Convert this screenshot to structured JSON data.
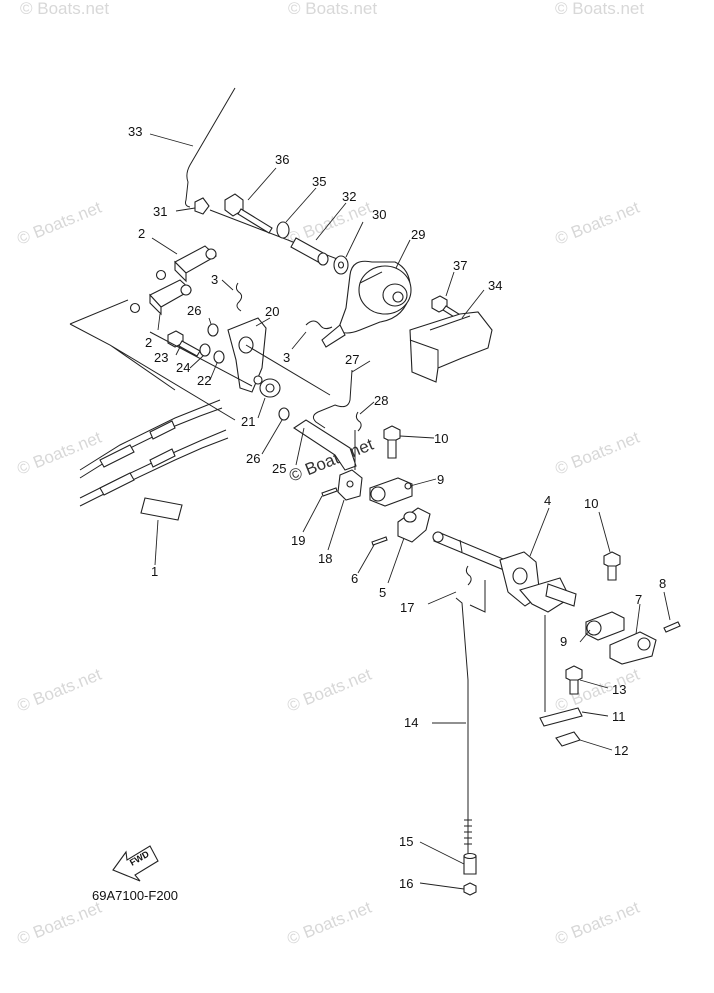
{
  "diagram": {
    "drawing_code": "69A7100-F200",
    "fwd_label": "FWD",
    "watermark_text": "© Boats.net",
    "callouts": {
      "p1": "1",
      "p2a": "2",
      "p2b": "2",
      "p3a": "3",
      "p3b": "3",
      "p4": "4",
      "p5": "5",
      "p6": "6",
      "p7": "7",
      "p8": "8",
      "p9a": "9",
      "p9b": "9",
      "p10a": "10",
      "p10b": "10",
      "p11": "11",
      "p12": "12",
      "p13": "13",
      "p14": "14",
      "p15": "15",
      "p16": "16",
      "p17": "17",
      "p18": "18",
      "p19": "19",
      "p20": "20",
      "p21": "21",
      "p22": "22",
      "p23": "23",
      "p24": "24",
      "p25": "25",
      "p26a": "26",
      "p26b": "26",
      "p27": "27",
      "p28": "28",
      "p29": "29",
      "p30": "30",
      "p31": "31",
      "p32": "32",
      "p33": "33",
      "p34": "34",
      "p35": "35",
      "p36": "36",
      "p37": "37"
    }
  }
}
